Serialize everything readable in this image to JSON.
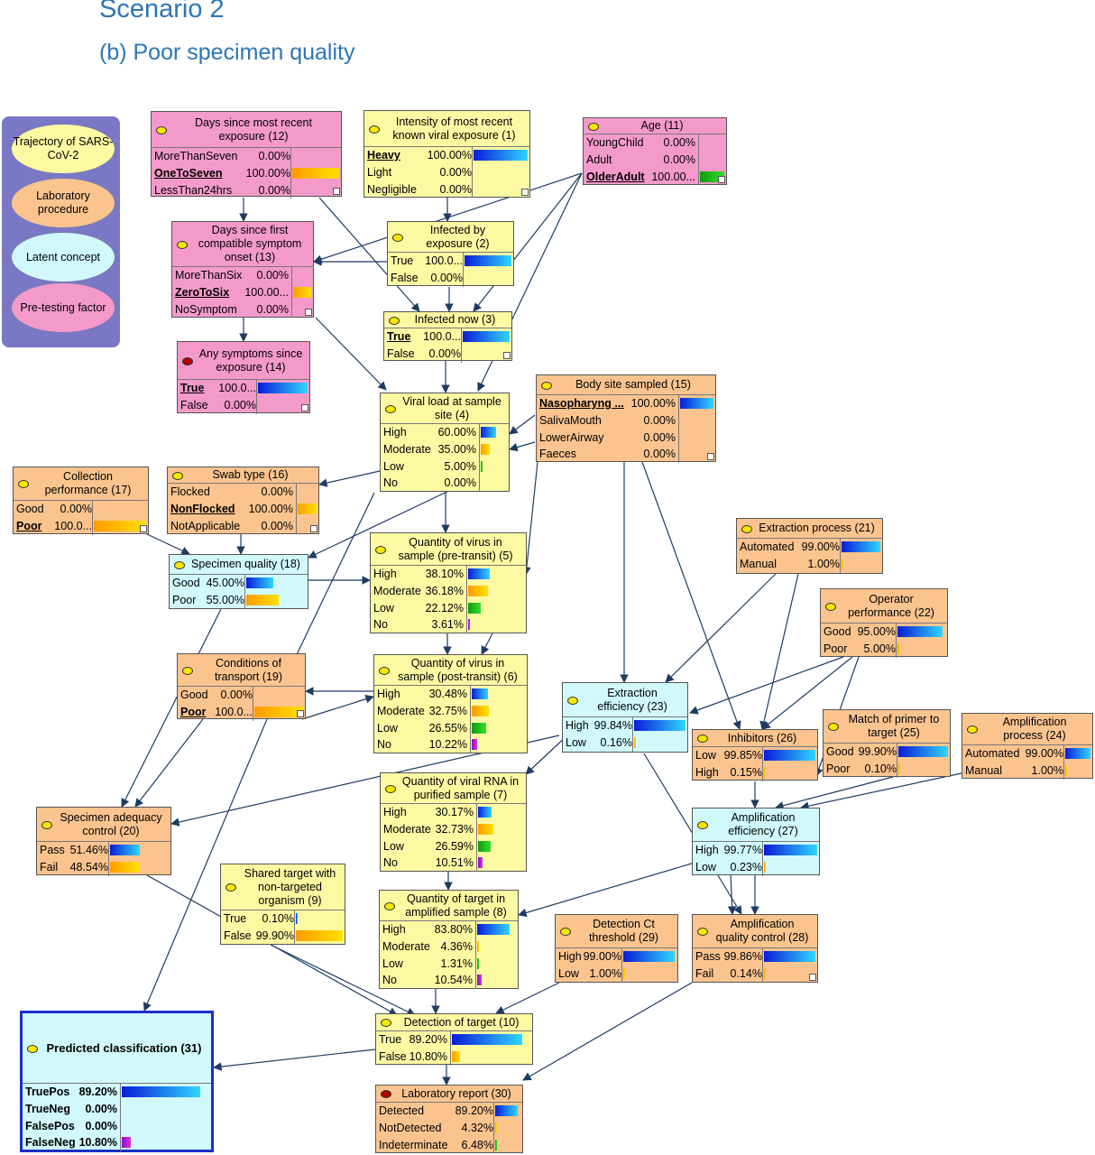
{
  "header": {
    "title": "Scenario 2",
    "subtitle": "(b) Poor specimen quality"
  },
  "legend": {
    "items": [
      {
        "label": "Trajectory of SARS-CoV-2",
        "color": "#fcf9a3"
      },
      {
        "label": "Laboratory procedure",
        "color": "#fbc48f"
      },
      {
        "label": "Latent concept",
        "color": "#d1f9fb"
      },
      {
        "label": "Pre-testing factor",
        "color": "#f49acb"
      }
    ]
  },
  "colors": {
    "pink": "#f49acb",
    "yellow": "#fcf9a3",
    "orange": "#fbc48f",
    "cyan": "#d1f9fb",
    "edge": "#1f3b63",
    "legend_bg": "#7a78c4",
    "title_blue": "#2e75b6"
  },
  "nodes": [
    {
      "id": "n12",
      "name": "Days since most recent exposure (12)",
      "color": "pink",
      "states": [
        {
          "label": "MoreThanSeven",
          "value": "0.00%",
          "p": 0
        },
        {
          "label": "OneToSeven",
          "value": "100.00%",
          "p": 1,
          "selected": true
        },
        {
          "label": "LessThan24hrs",
          "value": "0.00%",
          "p": 0
        }
      ],
      "bar": "orange"
    },
    {
      "id": "n1",
      "name": "Intensity of most recent known viral exposure (1)",
      "color": "yellow",
      "states": [
        {
          "label": "Heavy",
          "value": "100.00%",
          "p": 1,
          "selected": true
        },
        {
          "label": "Light",
          "value": "0.00%",
          "p": 0
        },
        {
          "label": "Negligible",
          "value": "0.00%",
          "p": 0
        }
      ],
      "bar": "blue"
    },
    {
      "id": "n11",
      "name": "Age (11)",
      "color": "pink",
      "states": [
        {
          "label": "YoungChild",
          "value": "0.00%",
          "p": 0
        },
        {
          "label": "Adult",
          "value": "0.00%",
          "p": 0
        },
        {
          "label": "OlderAdult",
          "value": "100.00...",
          "p": 1,
          "selected": true
        }
      ],
      "bar": "green"
    },
    {
      "id": "n13",
      "name": "Days since first compatible symptom onset (13)",
      "color": "pink",
      "states": [
        {
          "label": "MoreThanSix",
          "value": "0.00%",
          "p": 0
        },
        {
          "label": "ZeroToSix",
          "value": "100.00...",
          "p": 1,
          "selected": true
        },
        {
          "label": "NoSymptom",
          "value": "0.00%",
          "p": 0
        }
      ],
      "bar": "orange"
    },
    {
      "id": "n2",
      "name": "Infected by exposure (2)",
      "color": "yellow",
      "states": [
        {
          "label": "True",
          "value": "100.0...",
          "p": 1
        },
        {
          "label": "False",
          "value": "0.00%",
          "p": 0
        }
      ],
      "bar": "blue"
    },
    {
      "id": "n3",
      "name": "Infected now (3)",
      "color": "yellow",
      "states": [
        {
          "label": "True",
          "value": "100.0...",
          "p": 1,
          "selected": true
        },
        {
          "label": "False",
          "value": "0.00%",
          "p": 0
        }
      ],
      "bar": "blue"
    },
    {
      "id": "n14",
      "name": "Any symptoms since exposure (14)",
      "color": "pink",
      "dot": "red",
      "states": [
        {
          "label": "True",
          "value": "100.0...",
          "p": 1,
          "selected": true
        },
        {
          "label": "False",
          "value": "0.00%",
          "p": 0
        }
      ],
      "bar": "blue"
    },
    {
      "id": "n4",
      "name": "Viral load at sample site (4)",
      "color": "yellow",
      "states": [
        {
          "label": "High",
          "value": "60.00%",
          "p": 0.6
        },
        {
          "label": "Moderate",
          "value": "35.00%",
          "p": 0.35
        },
        {
          "label": "Low",
          "value": "5.00%",
          "p": 0.05
        },
        {
          "label": "No",
          "value": "0.00%",
          "p": 0
        }
      ],
      "bar": "multi"
    },
    {
      "id": "n15",
      "name": "Body site sampled (15)",
      "color": "orange",
      "states": [
        {
          "label": "Nasopharyng ...",
          "value": "100.00%",
          "p": 1,
          "selected": true
        },
        {
          "label": "SalivaMouth",
          "value": "0.00%",
          "p": 0
        },
        {
          "label": "LowerAirway",
          "value": "0.00%",
          "p": 0
        },
        {
          "label": "Faeces",
          "value": "0.00%",
          "p": 0
        }
      ],
      "bar": "blue"
    },
    {
      "id": "n17",
      "name": "Collection performance (17)",
      "color": "orange",
      "states": [
        {
          "label": "Good",
          "value": "0.00%",
          "p": 0
        },
        {
          "label": "Poor",
          "value": "100.0...",
          "p": 1,
          "selected": true
        }
      ],
      "bar": "orange"
    },
    {
      "id": "n16",
      "name": "Swab type (16)",
      "color": "orange",
      "states": [
        {
          "label": "Flocked",
          "value": "0.00%",
          "p": 0
        },
        {
          "label": "NonFlocked",
          "value": "100.00%",
          "p": 1,
          "selected": true
        },
        {
          "label": "NotApplicable",
          "value": "0.00%",
          "p": 0
        }
      ],
      "bar": "orange"
    },
    {
      "id": "n18",
      "name": "Specimen quality (18)",
      "color": "cyan",
      "states": [
        {
          "label": "Good",
          "value": "45.00%",
          "p": 0.45
        },
        {
          "label": "Poor",
          "value": "55.00%",
          "p": 0.55
        }
      ],
      "bar": "bo"
    },
    {
      "id": "n5",
      "name": "Quantity of virus in sample (pre-transit) (5)",
      "color": "yellow",
      "states": [
        {
          "label": "High",
          "value": "38.10%",
          "p": 0.381
        },
        {
          "label": "Moderate",
          "value": "36.18%",
          "p": 0.3618
        },
        {
          "label": "Low",
          "value": "22.12%",
          "p": 0.2212
        },
        {
          "label": "No",
          "value": "3.61%",
          "p": 0.0361
        }
      ],
      "bar": "multi"
    },
    {
      "id": "n21",
      "name": "Extraction process (21)",
      "color": "orange",
      "states": [
        {
          "label": "Automated",
          "value": "99.00%",
          "p": 0.99
        },
        {
          "label": "Manual",
          "value": "1.00%",
          "p": 0.01
        }
      ],
      "bar": "bo"
    },
    {
      "id": "n22",
      "name": "Operator performance (22)",
      "color": "orange",
      "states": [
        {
          "label": "Good",
          "value": "95.00%",
          "p": 0.95
        },
        {
          "label": "Poor",
          "value": "5.00%",
          "p": 0.05
        }
      ],
      "bar": "bo"
    },
    {
      "id": "n19",
      "name": "Conditions of transport (19)",
      "color": "orange",
      "states": [
        {
          "label": "Good",
          "value": "0.00%",
          "p": 0
        },
        {
          "label": "Poor",
          "value": "100.0...",
          "p": 1,
          "selected": true
        }
      ],
      "bar": "orange"
    },
    {
      "id": "n6",
      "name": "Quantity of virus in sample (post-transit) (6)",
      "color": "yellow",
      "states": [
        {
          "label": "High",
          "value": "30.48%",
          "p": 0.3048
        },
        {
          "label": "Moderate",
          "value": "32.75%",
          "p": 0.3275
        },
        {
          "label": "Low",
          "value": "26.55%",
          "p": 0.2655
        },
        {
          "label": "No",
          "value": "10.22%",
          "p": 0.1022
        }
      ],
      "bar": "multi"
    },
    {
      "id": "n23",
      "name": "Extraction efficiency (23)",
      "color": "cyan",
      "states": [
        {
          "label": "High",
          "value": "99.84%",
          "p": 0.9984
        },
        {
          "label": "Low",
          "value": "0.16%",
          "p": 0.0016
        }
      ],
      "bar": "bo"
    },
    {
      "id": "n26",
      "name": "Inhibitors (26)",
      "color": "orange",
      "states": [
        {
          "label": "Low",
          "value": "99.85%",
          "p": 0.9985
        },
        {
          "label": "High",
          "value": "0.15%",
          "p": 0.0015
        }
      ],
      "bar": "bo"
    },
    {
      "id": "n25",
      "name": "Match of primer to target (25)",
      "color": "orange",
      "states": [
        {
          "label": "Good",
          "value": "99.90%",
          "p": 0.999
        },
        {
          "label": "Poor",
          "value": "0.10%",
          "p": 0.001
        }
      ],
      "bar": "bo"
    },
    {
      "id": "n24",
      "name": "Amplification process (24)",
      "color": "orange",
      "states": [
        {
          "label": "Automated",
          "value": "99.00%",
          "p": 0.99
        },
        {
          "label": "Manual",
          "value": "1.00%",
          "p": 0.01
        }
      ],
      "bar": "bo"
    },
    {
      "id": "n20",
      "name": "Specimen adequacy control (20)",
      "color": "orange",
      "states": [
        {
          "label": "Pass",
          "value": "51.46%",
          "p": 0.5146
        },
        {
          "label": "Fail",
          "value": "48.54%",
          "p": 0.4854
        }
      ],
      "bar": "bo"
    },
    {
      "id": "n7",
      "name": "Quantity of viral RNA in purified sample (7)",
      "color": "yellow",
      "states": [
        {
          "label": "High",
          "value": "30.17%",
          "p": 0.3017
        },
        {
          "label": "Moderate",
          "value": "32.73%",
          "p": 0.3273
        },
        {
          "label": "Low",
          "value": "26.59%",
          "p": 0.2659
        },
        {
          "label": "No",
          "value": "10.51%",
          "p": 0.1051
        }
      ],
      "bar": "multi"
    },
    {
      "id": "n27",
      "name": "Amplification efficiency (27)",
      "color": "cyan",
      "states": [
        {
          "label": "High",
          "value": "99.77%",
          "p": 0.9977
        },
        {
          "label": "Low",
          "value": "0.23%",
          "p": 0.0023
        }
      ],
      "bar": "bo"
    },
    {
      "id": "n9",
      "name": "Shared target with non-targeted organism (9)",
      "color": "yellow",
      "states": [
        {
          "label": "True",
          "value": "0.10%",
          "p": 0.001
        },
        {
          "label": "False",
          "value": "99.90%",
          "p": 0.999
        }
      ],
      "bar": "bo"
    },
    {
      "id": "n8",
      "name": "Quantity of target in amplified sample (8)",
      "color": "yellow",
      "states": [
        {
          "label": "High",
          "value": "83.80%",
          "p": 0.838
        },
        {
          "label": "Moderate",
          "value": "4.36%",
          "p": 0.0436
        },
        {
          "label": "Low",
          "value": "1.31%",
          "p": 0.0131
        },
        {
          "label": "No",
          "value": "10.54%",
          "p": 0.1054
        }
      ],
      "bar": "multi"
    },
    {
      "id": "n29",
      "name": "Detection Ct threshold (29)",
      "color": "orange",
      "states": [
        {
          "label": "High",
          "value": "99.00%",
          "p": 0.99
        },
        {
          "label": "Low",
          "value": "1.00%",
          "p": 0.01
        }
      ],
      "bar": "bo"
    },
    {
      "id": "n28",
      "name": "Amplification quality control (28)",
      "color": "orange",
      "states": [
        {
          "label": "Pass",
          "value": "99.86%",
          "p": 0.9986
        },
        {
          "label": "Fail",
          "value": "0.14%",
          "p": 0.0014
        }
      ],
      "bar": "bo"
    },
    {
      "id": "n31",
      "name": "Predicted classification (31)",
      "color": "cyan",
      "predicted": true,
      "states": [
        {
          "label": "TruePos",
          "value": "89.20%",
          "p": 0.892
        },
        {
          "label": "TrueNeg",
          "value": "0.00%",
          "p": 0
        },
        {
          "label": "FalsePos",
          "value": "0.00%",
          "p": 0
        },
        {
          "label": "FalseNeg",
          "value": "10.80%",
          "p": 0.108
        }
      ],
      "bar": "multi"
    },
    {
      "id": "n10",
      "name": "Detection of target (10)",
      "color": "yellow",
      "states": [
        {
          "label": "True",
          "value": "89.20%",
          "p": 0.892
        },
        {
          "label": "False",
          "value": "10.80%",
          "p": 0.108
        }
      ],
      "bar": "bo"
    },
    {
      "id": "n30",
      "name": "Laboratory report (30)",
      "color": "orange",
      "dot": "red",
      "states": [
        {
          "label": "Detected",
          "value": "89.20%",
          "p": 0.892
        },
        {
          "label": "NotDetected",
          "value": "4.32%",
          "p": 0.0432
        },
        {
          "label": "Indeterminate",
          "value": "6.48%",
          "p": 0.0648
        }
      ],
      "bar": "multi"
    }
  ]
}
